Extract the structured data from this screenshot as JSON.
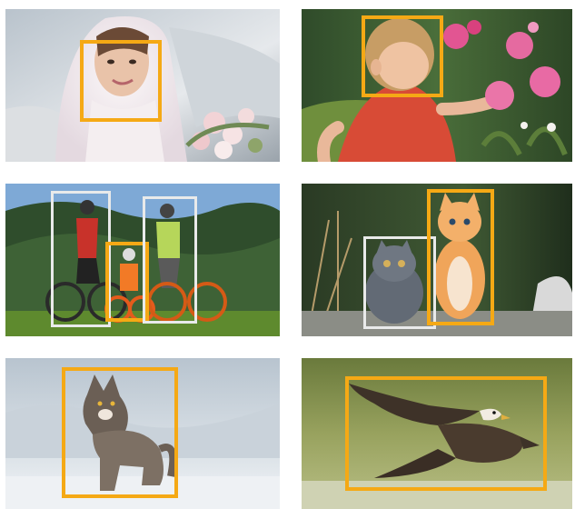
{
  "colors": {
    "focus_primary": "#f5a915",
    "focus_secondary": "#e9eaea",
    "background": "#ffffff"
  },
  "tiles": [
    {
      "id": "bride",
      "subject": "face",
      "boxes": [
        "primary"
      ]
    },
    {
      "id": "toddler",
      "subject": "face",
      "boxes": [
        "primary"
      ]
    },
    {
      "id": "cyclists",
      "subject": "people",
      "boxes": [
        "secondary",
        "primary",
        "secondary"
      ]
    },
    {
      "id": "kittens",
      "subject": "cats",
      "boxes": [
        "secondary",
        "primary"
      ]
    },
    {
      "id": "wolf",
      "subject": "animal",
      "boxes": [
        "primary"
      ]
    },
    {
      "id": "eagle",
      "subject": "bird",
      "boxes": [
        "primary"
      ]
    }
  ]
}
